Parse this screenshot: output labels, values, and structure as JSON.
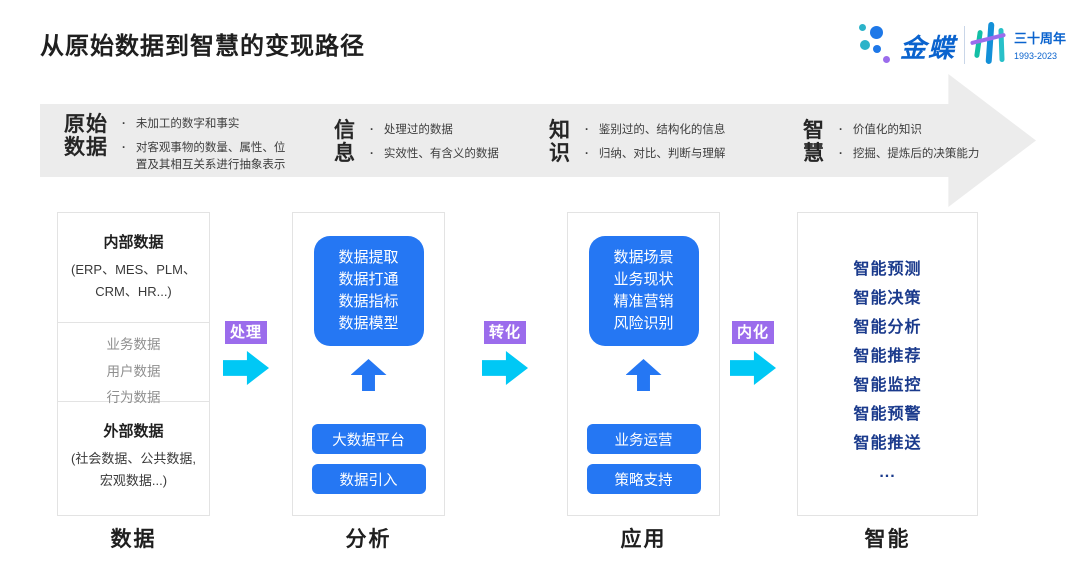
{
  "page": {
    "title": "从原始数据到智慧的变现路径"
  },
  "logo": {
    "brand": "金蝶",
    "anniversary": "三十周年",
    "years": "1993-2023"
  },
  "banner": {
    "stages": [
      {
        "label_lines": [
          "原始",
          "数据"
        ],
        "bullets": [
          "未加工的数字和事实",
          "对客观事物的数量、属性、位置及其相互关系进行抽象表示"
        ]
      },
      {
        "label_lines": [
          "信",
          "息"
        ],
        "bullets": [
          "处理过的数据",
          "实效性、有含义的数据"
        ]
      },
      {
        "label_lines": [
          "知",
          "识"
        ],
        "bullets": [
          "鉴别过的、结构化的信息",
          "归纳、对比、判断与理解"
        ]
      },
      {
        "label_lines": [
          "智",
          "慧"
        ],
        "bullets": [
          "价值化的知识",
          "挖掘、提炼后的决策能力"
        ]
      }
    ]
  },
  "connectors": [
    {
      "label": "处理"
    },
    {
      "label": "转化"
    },
    {
      "label": "内化"
    }
  ],
  "columns": {
    "data": {
      "internal": {
        "title": "内部数据",
        "detail_lines": [
          "(ERP、MES、PLM、",
          "CRM、HR...)"
        ]
      },
      "middle_items": [
        "业务数据",
        "用户数据",
        "行为数据"
      ],
      "external": {
        "title": "外部数据",
        "detail_lines": [
          "(社会数据、公共数据,",
          "宏观数据...)"
        ]
      },
      "footer": "数据"
    },
    "analysis": {
      "card_lines": [
        "数据提取",
        "数据打通",
        "数据指标",
        "数据模型"
      ],
      "buttons": [
        "大数据平台",
        "数据引入"
      ],
      "footer": "分析"
    },
    "application": {
      "card_lines": [
        "数据场景",
        "业务现状",
        "精准营销",
        "风险识别"
      ],
      "buttons": [
        "业务运营",
        "策略支持"
      ],
      "footer": "应用"
    },
    "intelligence": {
      "items": [
        "智能预测",
        "智能决策",
        "智能分析",
        "智能推荐",
        "智能监控",
        "智能预警",
        "智能推送",
        "..."
      ],
      "footer": "智能"
    }
  },
  "colors": {
    "accent_blue": "#2577f3",
    "navy_text": "#1a3a8c",
    "badge_purple": "#9b6cec",
    "arrow_cyan": "#00c8f5",
    "banner_gray": "#ececec",
    "kingdee_blue": "#0a63ce",
    "teal": "#2bb3c9"
  }
}
